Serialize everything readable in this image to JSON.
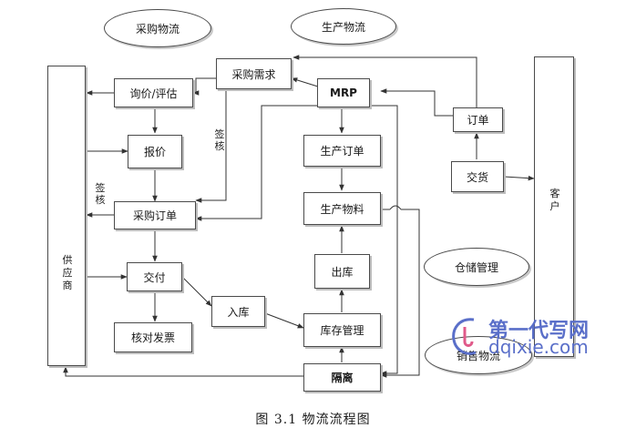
{
  "diagram": {
    "nodes": {
      "supplier": "供应商",
      "customer": "客户",
      "procurement_logistics": "采购物流",
      "production_logistics": "生产物流",
      "warehouse_management": "仓储管理",
      "sales_logistics": "销售物流",
      "procurement_demand": "采购需求",
      "inquiry_evaluation": "询价/评估",
      "quotation": "报价",
      "purchase_order": "采购订单",
      "delivery_left": "交付",
      "invoice_check": "核对发票",
      "warehousing_in": "入库",
      "mrp": "MRP",
      "production_order": "生产订单",
      "production_material": "生产物料",
      "outbound": "出库",
      "inventory_management": "库存管理",
      "isolation": "隔离",
      "order": "订单",
      "delivery_right": "交货"
    },
    "labels": {
      "sign_off_1": "签核",
      "sign_off_2": "签核"
    }
  },
  "caption": "图 3.1 物流流程图",
  "watermark": {
    "cn": "第一代写网",
    "en": "dqixie.com"
  }
}
